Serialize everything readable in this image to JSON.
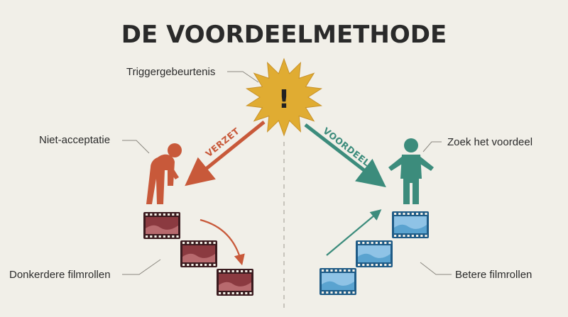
{
  "title": "DE VOORDEELMETHODE",
  "labels": {
    "trigger": "Triggergebeurtenis",
    "non_acceptance": "Niet-acceptatie",
    "seek_benefit": "Zoek het voordeel",
    "darker_reels": "Donkerdere filmrollen",
    "better_reels": "Betere filmrollen"
  },
  "trigger_symbol": "!",
  "arrows": {
    "left": "VERZET",
    "right": "VOORDEEL!"
  },
  "colors": {
    "background": "#f1efe8",
    "title": "#2a2a2a",
    "starburst": "#e0ac32",
    "negative": "#c8593a",
    "positive": "#3c8c7c",
    "dark_film": "#7a2e34",
    "light_film": "#5aa3d0"
  },
  "icons": {
    "trigger": "starburst-exclamation-icon",
    "sad_person": "sad-person-icon",
    "open_person": "open-arms-person-icon",
    "film": "film-strip-icon"
  }
}
